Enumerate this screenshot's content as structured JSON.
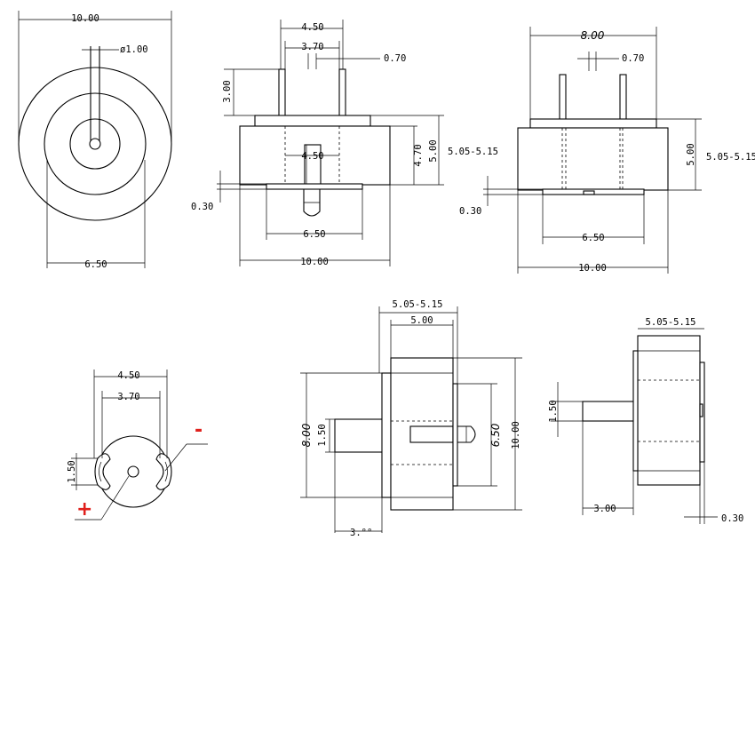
{
  "colors": {
    "line": "#000000",
    "polarity": "#e0201c",
    "background": "#ffffff"
  },
  "dims": {
    "d_10_00": "10.00",
    "d_phi_1_00": "ø1.00",
    "d_6_50": "6.50",
    "d_4_50": "4.50",
    "d_3_70": "3.70",
    "d_0_70": "0.70",
    "d_3_00": "3.00",
    "d_4_70": "4.70",
    "d_5_00": "5.00",
    "d_5_05_5_15": "5.05-5.15",
    "d_0_30": "0.30",
    "d_8_00": "8.00",
    "d_1_50": "1.50",
    "d_3_00_cut": "3.°°"
  },
  "polarity": {
    "negative": "-",
    "positive": "+"
  }
}
